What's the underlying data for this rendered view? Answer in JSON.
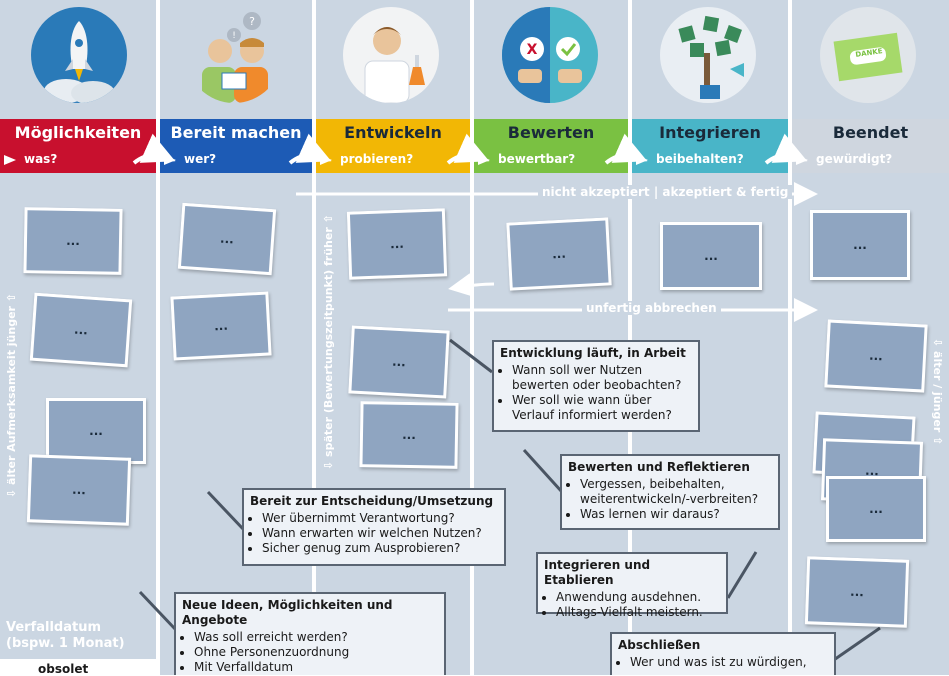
{
  "columns": [
    {
      "title": "Möglichkeiten",
      "sub": "was?",
      "color": "#c8102e"
    },
    {
      "title": "Bereit machen",
      "sub": "wer?",
      "color": "#1d5bb5"
    },
    {
      "title": "Entwickeln",
      "sub": "probieren?",
      "color": "#f2b705"
    },
    {
      "title": "Bewerten",
      "sub": "bewertbar?",
      "color": "#7ac142"
    },
    {
      "title": "Integrieren",
      "sub": "beibehalten?",
      "color": "#49b5c8"
    },
    {
      "title": "Beendet",
      "sub": "gewürdigt?",
      "color": "#cfd6df"
    }
  ],
  "card_label": "...",
  "flows": {
    "top": "nicht akzeptiert | akzeptiert & fertig",
    "middle": "unfertig abbrechen"
  },
  "axis_left": "⇩ älter Aufmerksamkeit jünger ⇧",
  "axis_mid": "⇩ später (Bewertungszeitpunkt) früher ⇧",
  "axis_right": "⇩ älter / jünger ⇧",
  "icon_text": "DANKE",
  "verfall": "Verfalldatum\n(bspw. 1 Monat)",
  "obsolet": "obsolet",
  "boxes": {
    "entwicklung": {
      "title": "Entwicklung läuft, in Arbeit",
      "items": [
        "Wann soll wer Nutzen bewerten oder beobachten?",
        "Wer soll wie wann über Verlauf informiert werden?"
      ]
    },
    "bewerten": {
      "title": "Bewerten und Reflektieren",
      "items": [
        "Vergessen, beibehalten, weiterentwickeln/-verbreiten?",
        "Was lernen wir daraus?"
      ]
    },
    "bereit": {
      "title": "Bereit zur Entscheidung/Umsetzung",
      "items": [
        "Wer übernimmt Verantwortung?",
        "Wann erwarten wir welchen Nutzen?",
        "Sicher genug zum Ausprobieren?"
      ]
    },
    "integrieren": {
      "title": "Integrieren und Etablieren",
      "items": [
        "Anwendung ausdehnen.",
        "Alltags-Vielfalt meistern."
      ]
    },
    "neue": {
      "title": "Neue Ideen, Möglichkeiten und Angebote",
      "items": [
        "Was soll erreicht werden?",
        "Ohne Personenzuordnung",
        "Mit Verfalldatum"
      ]
    },
    "abschliessen": {
      "title": "Abschließen",
      "items": [
        "Wer und was ist zu würdigen,"
      ]
    }
  }
}
